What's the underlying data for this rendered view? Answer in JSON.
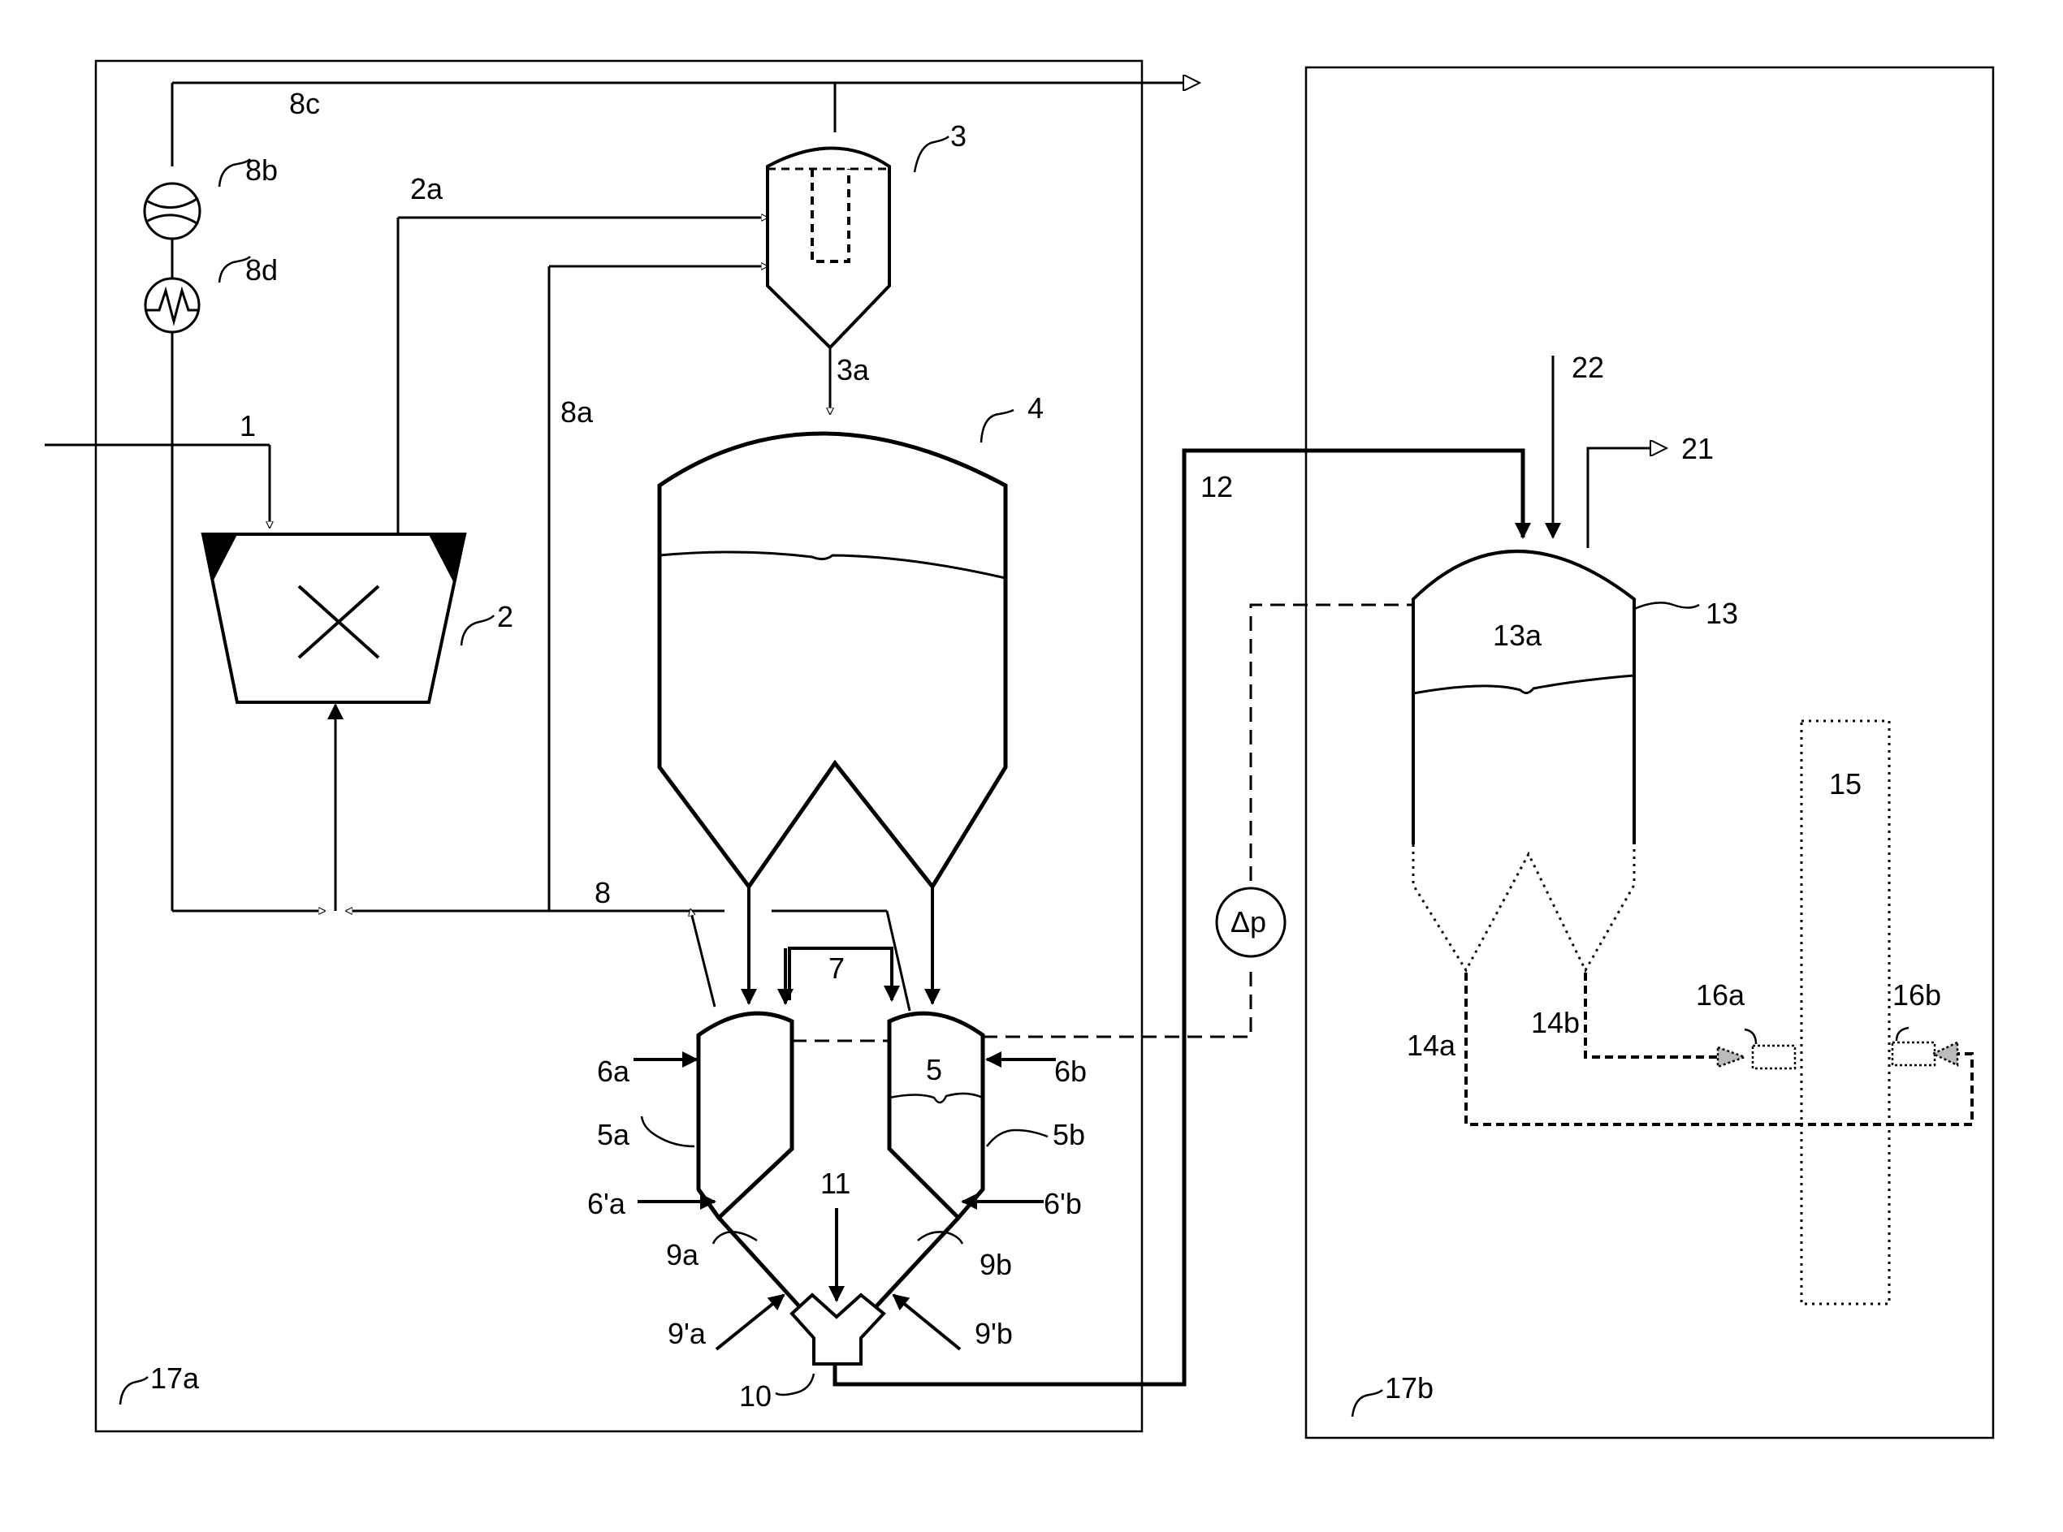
{
  "labels": {
    "l1": "1",
    "l2": "2",
    "l2a": "2a",
    "l3": "3",
    "l3a": "3a",
    "l4": "4",
    "l5": "5",
    "l5a": "5a",
    "l5b": "5b",
    "l6a": "6a",
    "l6b": "6b",
    "l6pa": "6'a",
    "l6pb": "6'b",
    "l7": "7",
    "l8": "8",
    "l8a": "8a",
    "l8b": "8b",
    "l8c": "8c",
    "l8d": "8d",
    "l9a": "9a",
    "l9b": "9b",
    "l9pa": "9'a",
    "l9pb": "9'b",
    "l10": "10",
    "l11": "11",
    "l12": "12",
    "l13": "13",
    "l13a": "13a",
    "l14a": "14a",
    "l14b": "14b",
    "l15": "15",
    "l16a": "16a",
    "l16b": "16b",
    "l17a": "17a",
    "l17b": "17b",
    "l21": "21",
    "l22": "22",
    "dp": "Δp"
  },
  "colors": {
    "line": "#000000",
    "background": "#ffffff"
  }
}
